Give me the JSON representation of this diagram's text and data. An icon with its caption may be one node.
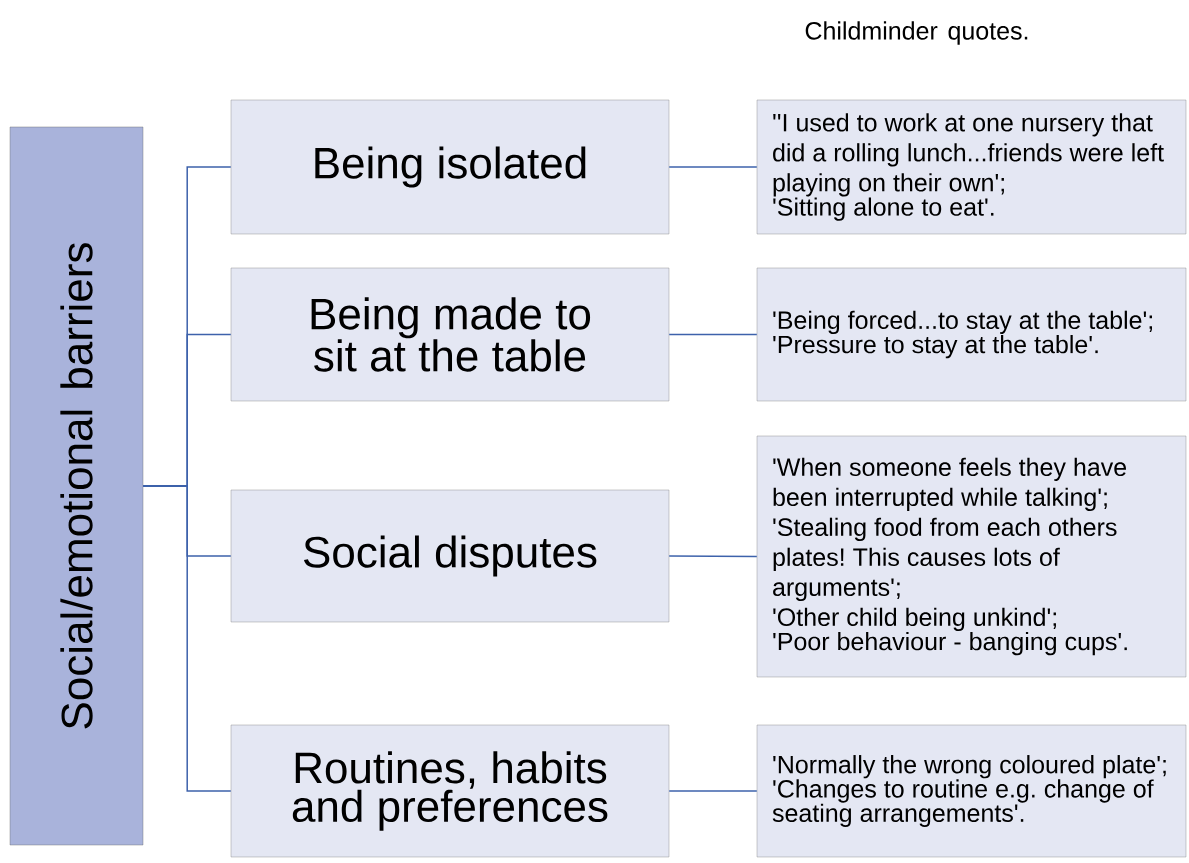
{
  "diagram": {
    "nodes": [
      {
        "text": [
          "Social/emotional barriers"
        ]
      },
      {
        "text": [
          "Being isolated"
        ]
      },
      {
        "text": [
          "Being made to sit at the table"
        ]
      },
      {
        "text": [
          "Social disputes"
        ]
      },
      {
        "text": [
          "Routines, habits and preferences"
        ]
      },
      {
        "text": [
          "''I used to work at one nursery that did a rolling lunch...friends were left playing on their own';",
          "'Sitting alone to eat'."
        ]
      },
      {
        "text": [
          "'Being forced...to stay at the table'; 'Pressure to stay at the table'."
        ]
      },
      {
        "text": [
          "'When someone feels they have been interrupted while talking';",
          "'Stealing food from each others plates! This causes lots of arguments';",
          "'Other child being unkind';",
          " 'Poor behaviour - banging cups'."
        ]
      },
      {
        "text": [
          "'Normally the wrong coloured plate';",
          "'Changes to routine e.g. change of seating arrangements'."
        ]
      }
    ],
    "edges": [
      {
        "from": 0,
        "to": 1,
        "arrow": "none"
      },
      {
        "from": 0,
        "to": 2,
        "arrow": "none"
      },
      {
        "from": 0,
        "to": 3,
        "arrow": "none"
      },
      {
        "from": 0,
        "to": 4,
        "arrow": "none"
      },
      {
        "from": 1,
        "to": 5,
        "arrow": "none"
      },
      {
        "from": 2,
        "to": 6,
        "arrow": "none"
      },
      {
        "from": 3,
        "to": 7,
        "arrow": "none"
      },
      {
        "from": 4,
        "to": 8,
        "arrow": "none"
      }
    ],
    "labels": [
      "Childminder quotes."
    ]
  }
}
